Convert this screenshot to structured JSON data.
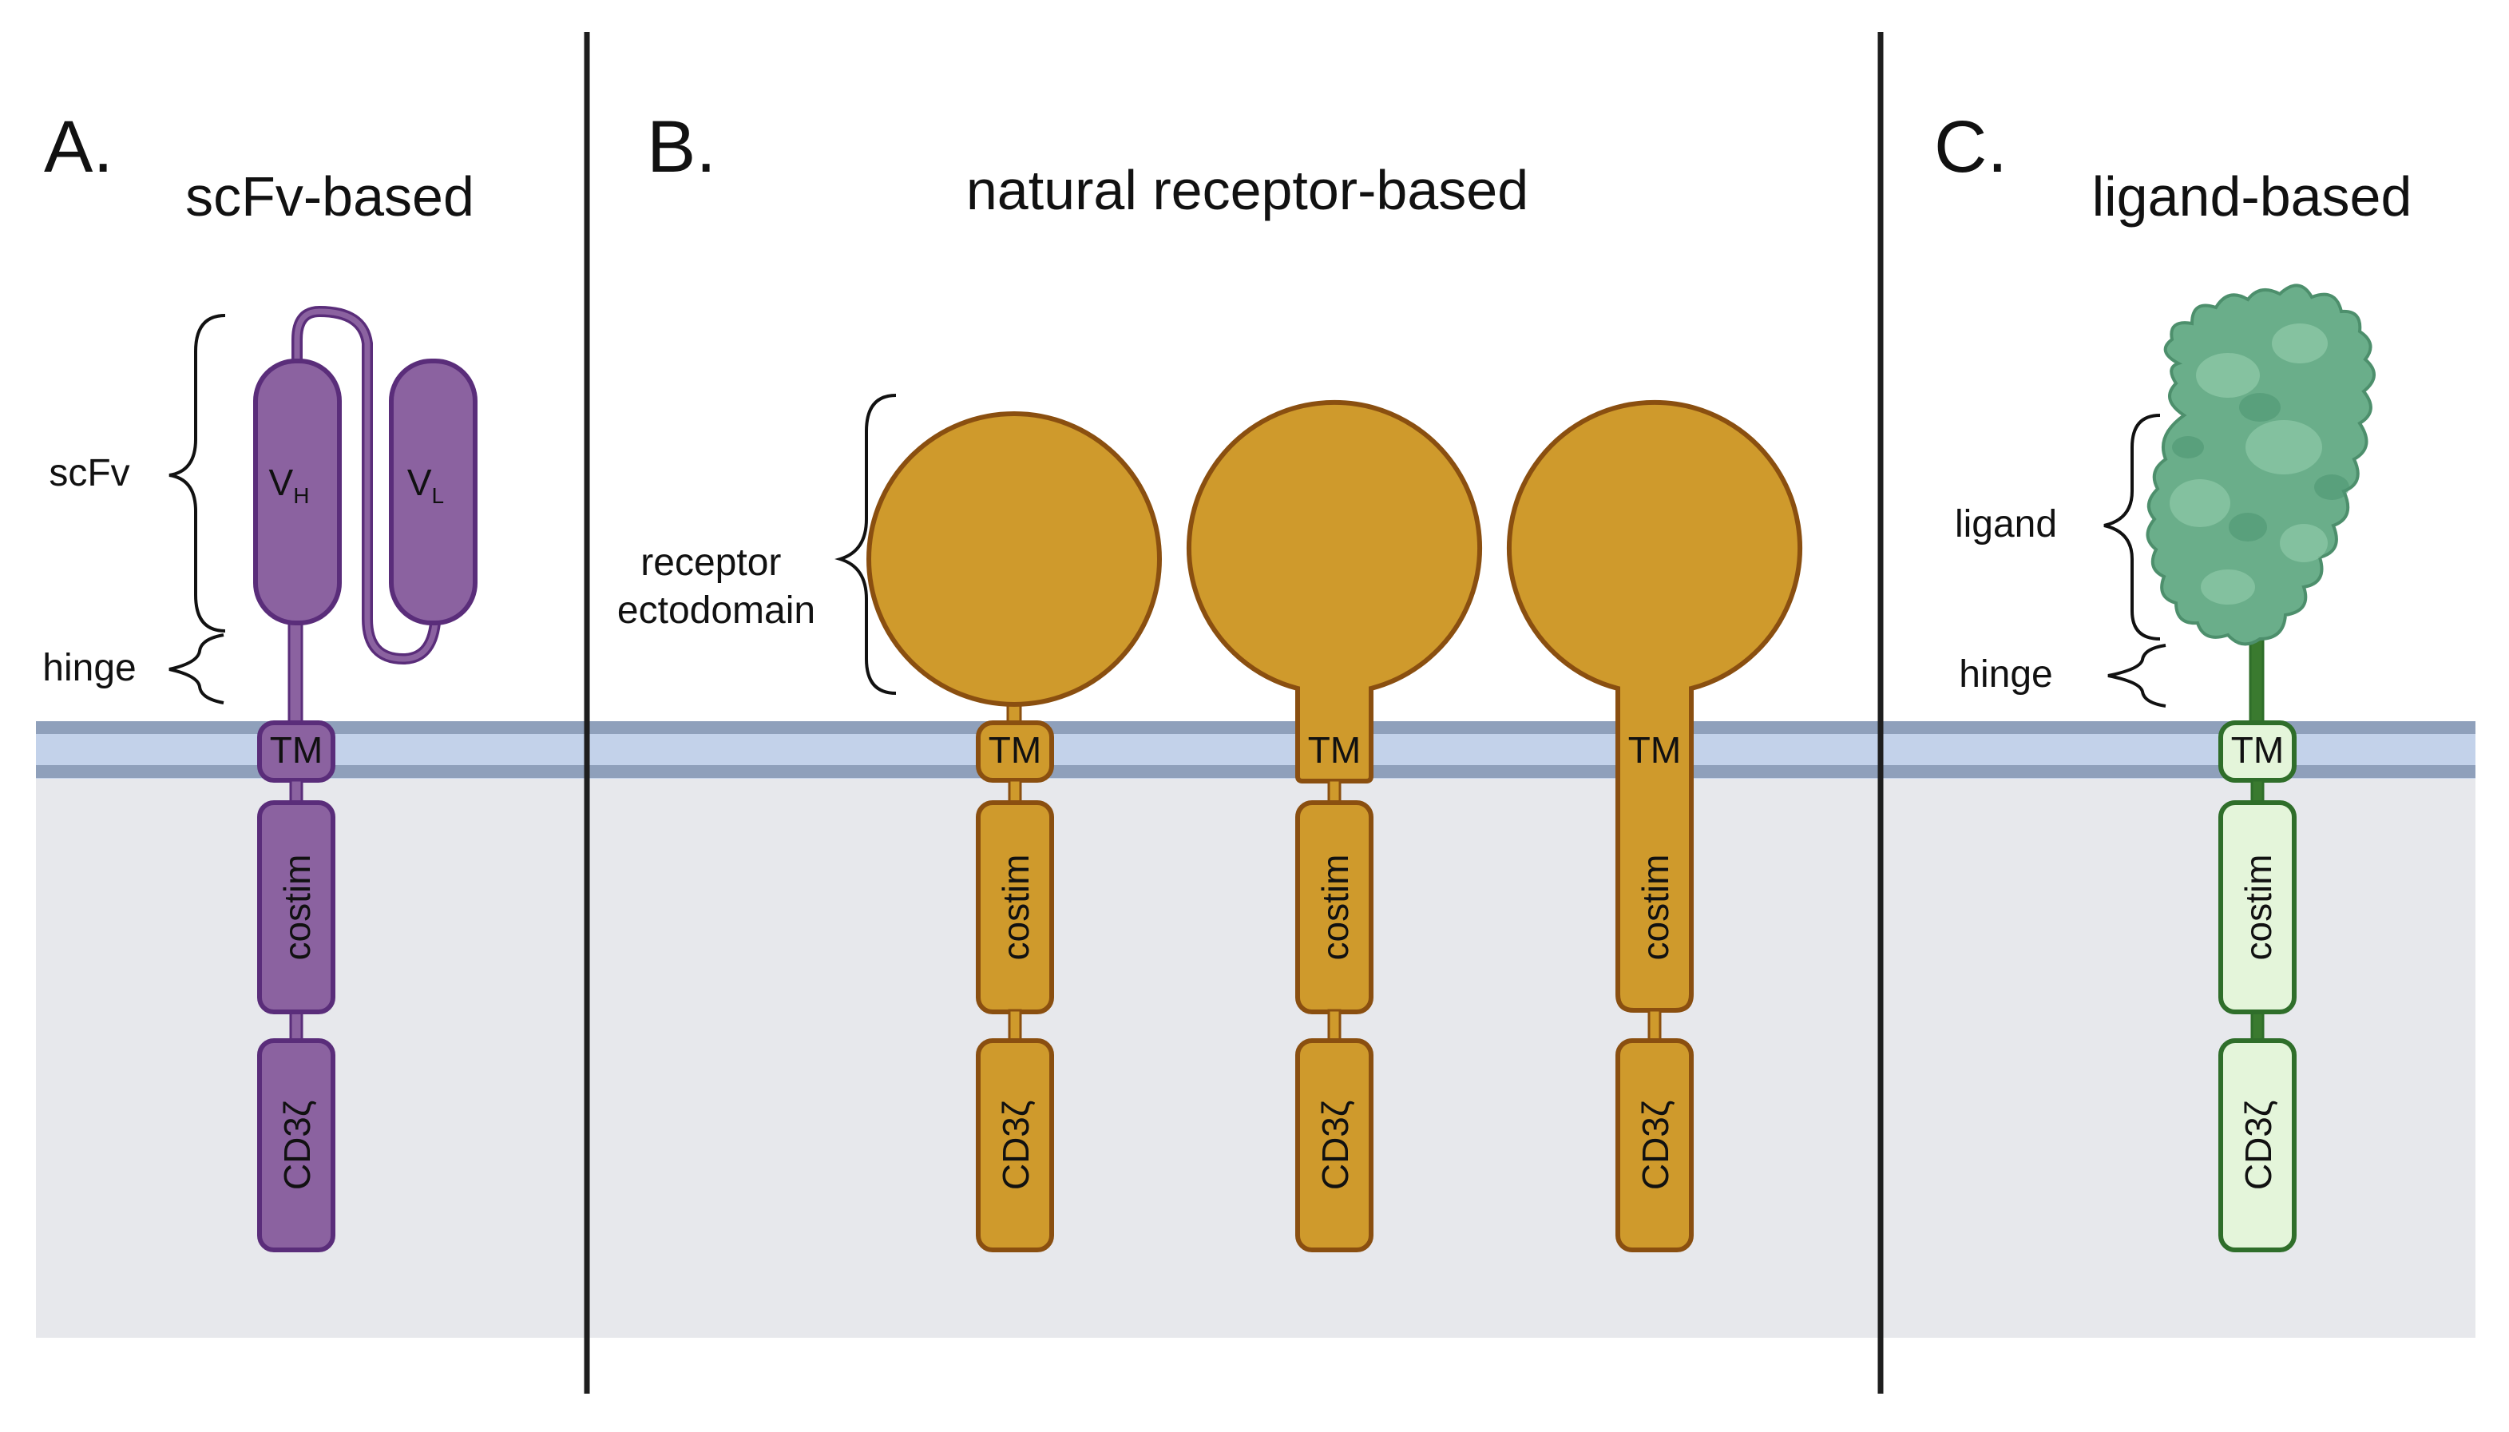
{
  "panels": [
    {
      "letter": "A.",
      "title": "scFv-based",
      "brackets": [
        "scFv",
        "hinge"
      ],
      "domains": {
        "vh_main": "V",
        "vh_sub": "H",
        "vl_main": "V",
        "vl_sub": "L",
        "tm": "TM",
        "costim": "costim",
        "cd3z": "CD3ζ"
      }
    },
    {
      "letter": "B.",
      "title": "natural receptor-based",
      "brackets": [
        "receptor",
        "ectodomain"
      ],
      "domains": {
        "tm": "TM",
        "costim": "costim",
        "cd3z": "CD3ζ"
      }
    },
    {
      "letter": "C.",
      "title": "ligand-based",
      "brackets": [
        "ligand",
        "hinge"
      ],
      "domains": {
        "tm": "TM",
        "costim": "costim",
        "cd3z": "CD3ζ"
      }
    }
  ],
  "colors": {
    "scfv_fill": "#8b62a0",
    "scfv_stroke": "#5a2d7a",
    "receptor_fill": "#cf9a2c",
    "receptor_stroke": "#8a4f10",
    "ligand_fill": "#6aae8a",
    "ligand_stroke": "#2f6e2a",
    "ligand_domain_fill": "#e4f5da",
    "membrane": "#c3d2ea",
    "membrane_edge": "#8fa0bb",
    "cytoplasm": "#e7e8ec",
    "divider": "#1e1e1e"
  }
}
